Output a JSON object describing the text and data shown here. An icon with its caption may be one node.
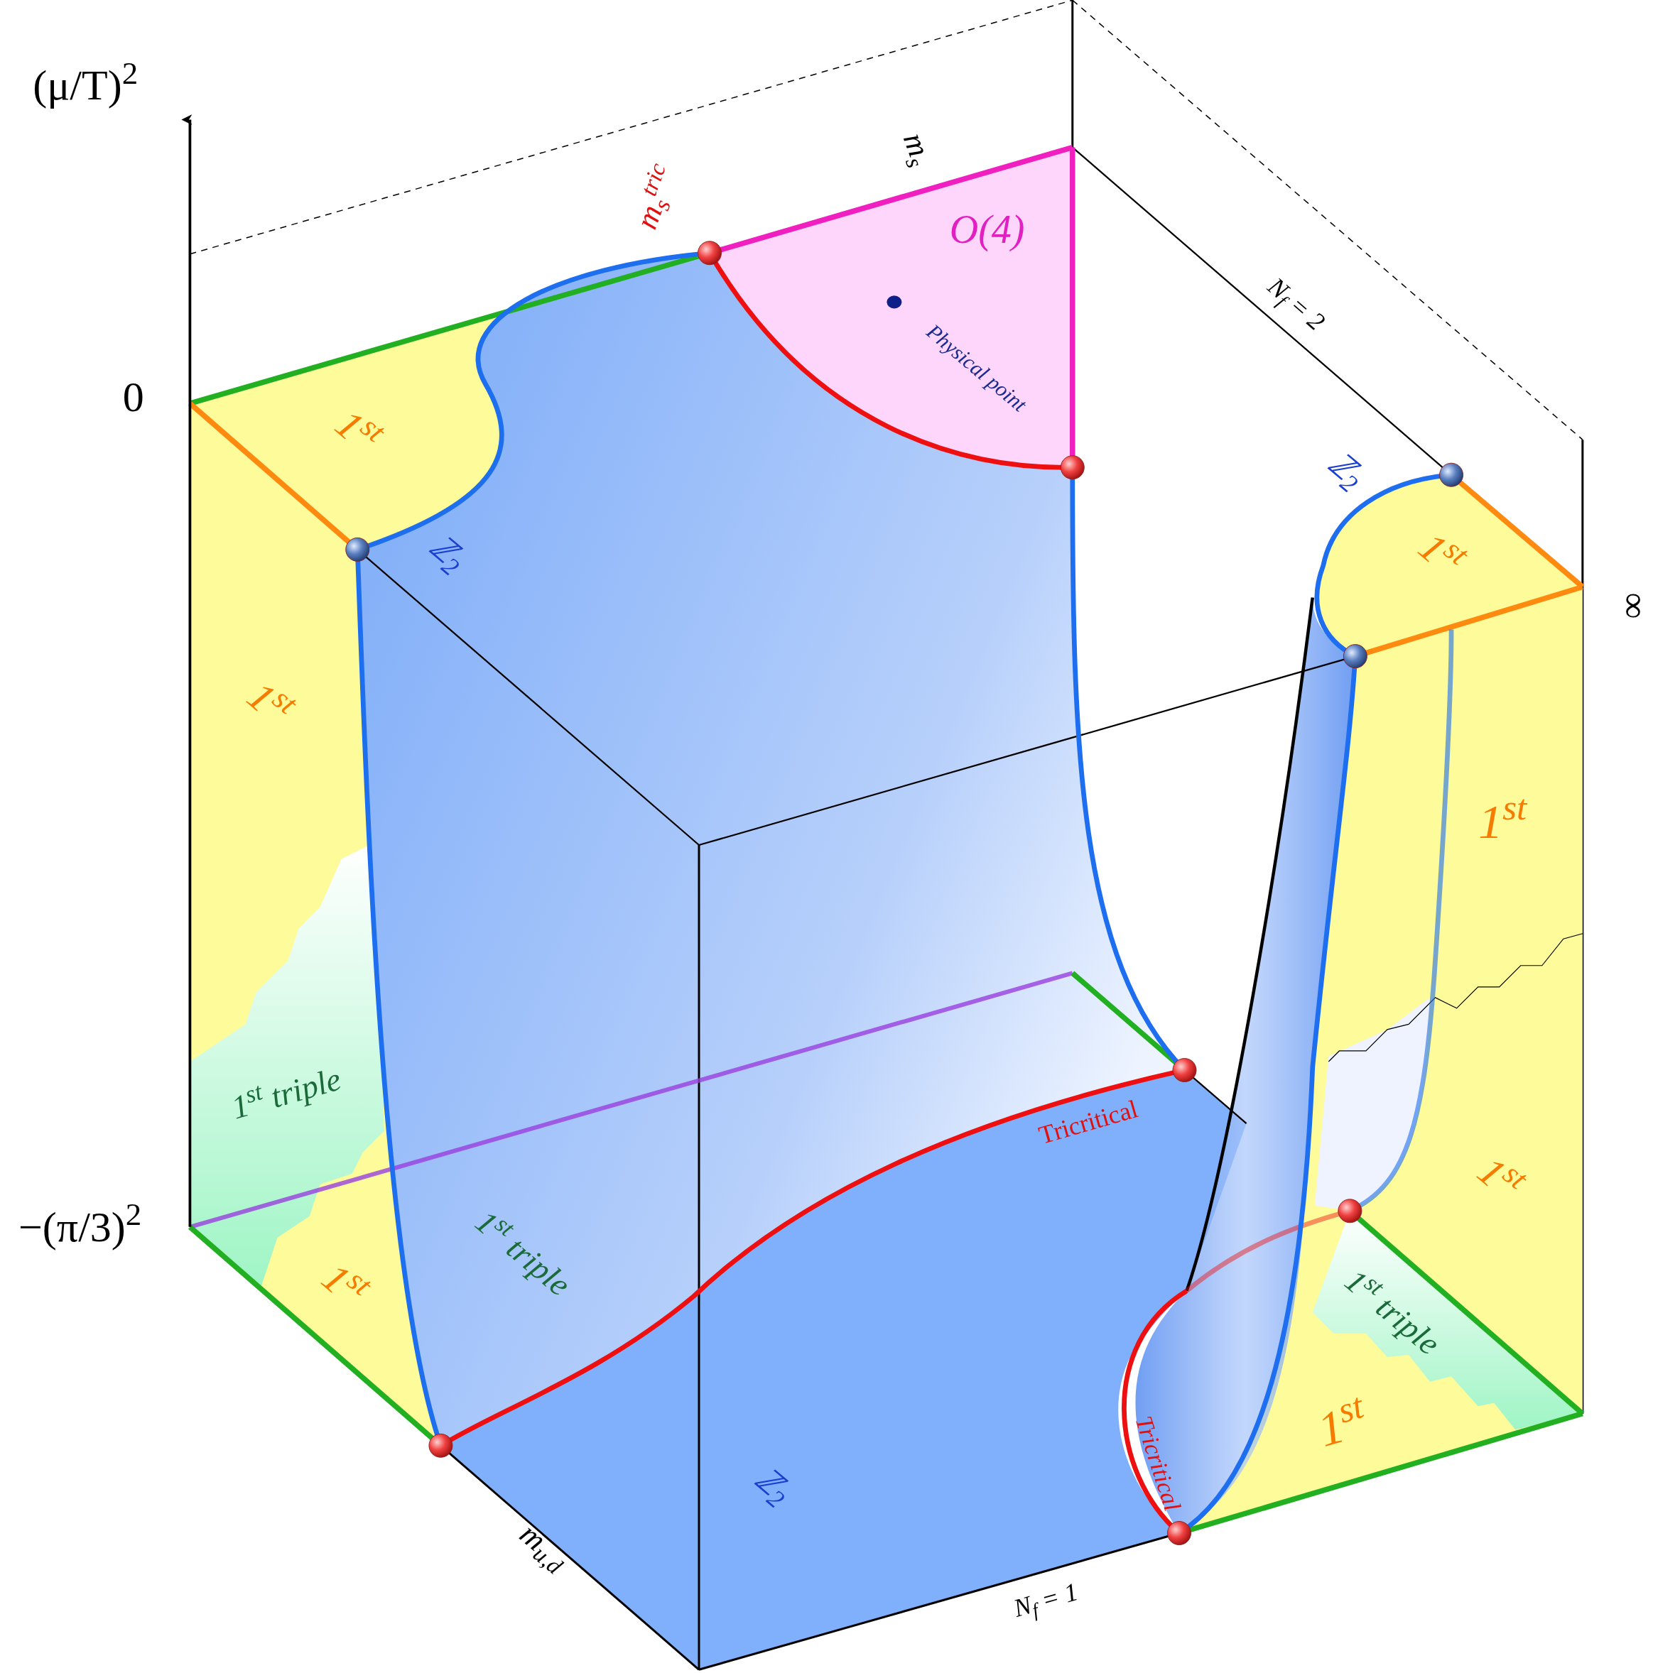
{
  "diagram": {
    "labels": [
      "(μ/T)$^{2}$",
      "m$_{s}$",
      "m$_{s}$$^{tric}$",
      "O(4)",
      "Physical point",
      "N$_{f}$ = 2",
      "0",
      "1$^{st}$",
      "ℤ$_{2}$",
      "ℤ$_{2}$",
      "1$^{st}$",
      "∞",
      "1$^{st}$",
      "1$^{st}$",
      "1$^{st}$ triple",
      "Tricritical",
      "1$^{st}$",
      "−(π/3)$^{2}$",
      "1$^{st}$ triple",
      "1$^{st}$",
      "1$^{st}$ triple",
      "1$^{st}$",
      "Tricritical",
      "ℤ$_{2}$",
      "m$_{u,d}$",
      "N$_{f}$ = 1"
    ]
  }
}
